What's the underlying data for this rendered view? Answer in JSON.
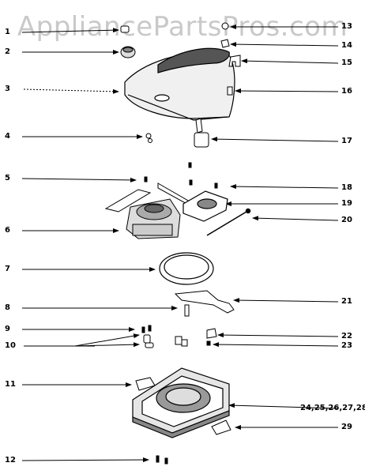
{
  "watermark": "AppliancePartsPros.com",
  "callouts": {
    "c1": "1",
    "c2": "2",
    "c3": "3",
    "c4": "4",
    "c5": "5",
    "c6": "6",
    "c7": "7",
    "c8": "8",
    "c9": "9",
    "c10": "10",
    "c11": "11",
    "c12": "12",
    "c13": "13",
    "c14": "14",
    "c15": "15",
    "c16": "16",
    "c17": "17",
    "c18": "18",
    "c19": "19",
    "c20": "20",
    "c21": "21",
    "c22": "22",
    "c23": "23",
    "c24": "24,25,26,27,28",
    "c29": "29"
  }
}
